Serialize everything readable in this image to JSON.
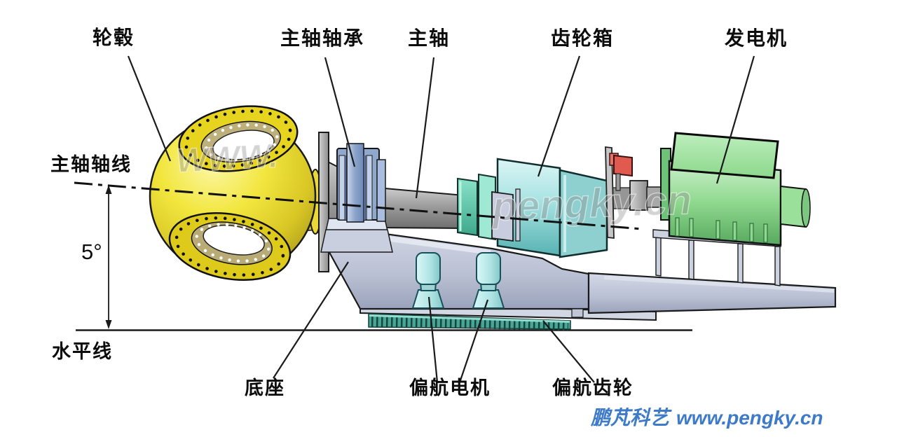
{
  "diagram": {
    "labels": {
      "hub": "轮毂",
      "main_bearing": "主轴轴承",
      "main_shaft": "主轴",
      "gearbox": "齿轮箱",
      "generator": "发电机",
      "shaft_axis": "主轴轴线",
      "tilt_angle": "5°",
      "horizontal_line": "水平线",
      "base": "底座",
      "yaw_motor": "偏航电机",
      "yaw_gear": "偏航齿轮"
    },
    "watermark": {
      "brand": "鹏芃科艺",
      "url": "www.pengky.cn",
      "embedded_www": "WWW.",
      "embedded_site": "pengky.cn",
      "color": "#3d7ac8"
    },
    "colors": {
      "hub_yellow": "#f0e43c",
      "bearing_blue": "#9db6d8",
      "shaft_gray": "#a2a2a2",
      "gearbox_cyan": "#9fdede",
      "generator_green": "#90d890",
      "base_lavender": "#c5cbdb",
      "yaw_motor_cyan": "#b5ecec",
      "yaw_gear_teal": "#4fae9e",
      "brake_red": "#e05a50",
      "outline_black": "#1a1a1a"
    }
  }
}
